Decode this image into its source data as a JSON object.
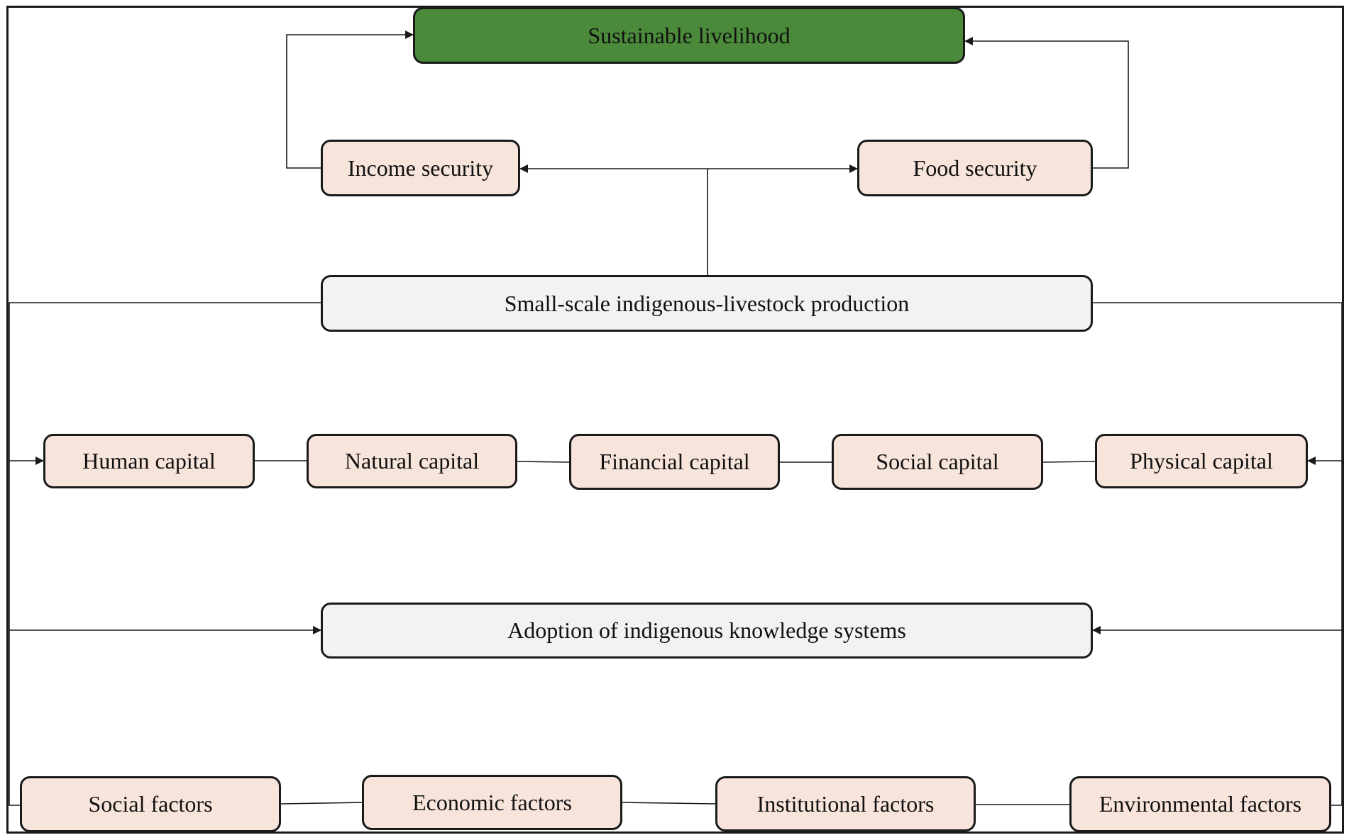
{
  "colors": {
    "goal_fill": "#4a8a3a",
    "outcome_fill": "#f7e4db",
    "process_fill": "#f2f2f2",
    "line": "#1a1a1a"
  },
  "goal": {
    "label": "Sustainable livelihood"
  },
  "outcomes": [
    {
      "label": "Income security"
    },
    {
      "label": "Food security"
    }
  ],
  "production": {
    "label": "Small-scale indigenous-livestock production"
  },
  "capitals": [
    {
      "label": "Human capital"
    },
    {
      "label": "Natural capital"
    },
    {
      "label": "Financial capital"
    },
    {
      "label": "Social capital"
    },
    {
      "label": "Physical capital"
    }
  ],
  "adoption": {
    "label": "Adoption of indigenous knowledge systems"
  },
  "factors": [
    {
      "label": "Social factors"
    },
    {
      "label": "Economic factors"
    },
    {
      "label": "Institutional factors"
    },
    {
      "label": "Environmental factors"
    }
  ]
}
